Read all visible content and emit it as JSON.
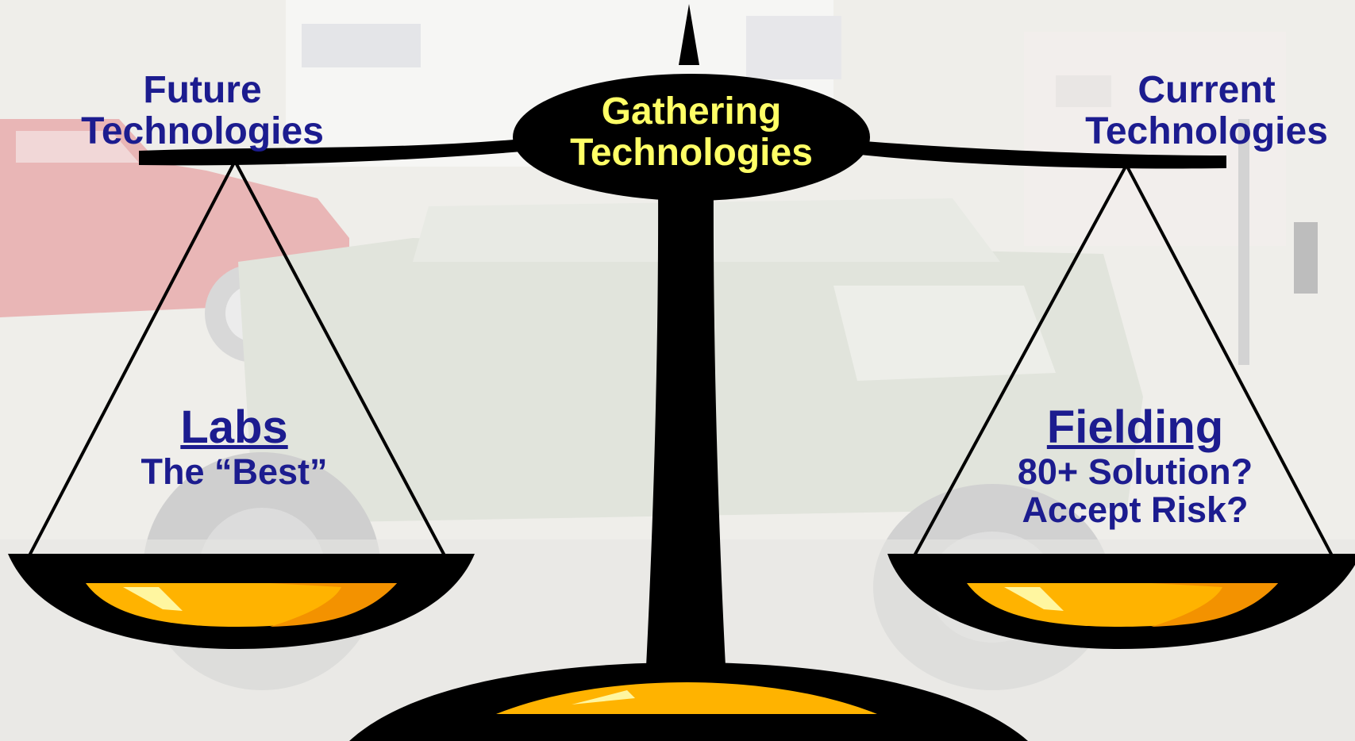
{
  "left_label": {
    "line1": "Future",
    "line2": "Technologies"
  },
  "right_label": {
    "line1": "Current",
    "line2": "Technologies"
  },
  "center_label": {
    "line1": "Gathering",
    "line2": "Technologies",
    "color": "#ffff66"
  },
  "left_pan": {
    "heading": "Labs",
    "subtext": "The “Best”"
  },
  "right_pan": {
    "heading": "Fielding",
    "line1": "80+ Solution?",
    "line2": "Accept Risk?"
  },
  "colors": {
    "text": "#1c1c8f",
    "scale": "#000000",
    "pan_gold": "#ffb300",
    "pan_orange": "#f39200",
    "pan_highlight": "#fff6a0"
  }
}
